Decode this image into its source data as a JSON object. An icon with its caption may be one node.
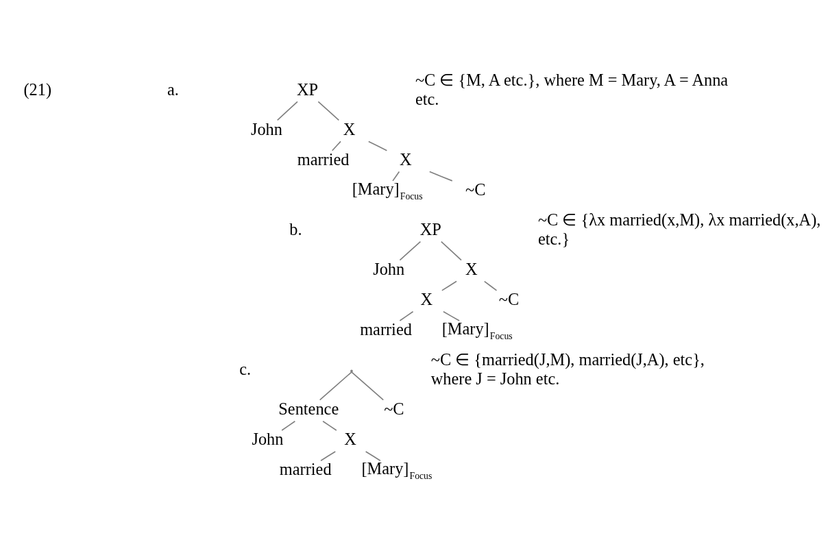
{
  "diagram": {
    "nodes": [
      {
        "text": [
          "XP"
        ]
      },
      {
        "text": [
          "John"
        ]
      },
      {
        "text": [
          "X"
        ]
      },
      {
        "text": [
          "married"
        ]
      },
      {
        "text": [
          "X"
        ]
      },
      {
        "text": [
          "[Mary]$_{Focus}$"
        ]
      },
      {
        "text": [
          "~C"
        ]
      },
      {
        "text": [
          "XP"
        ]
      },
      {
        "text": [
          "John"
        ]
      },
      {
        "text": [
          "X"
        ]
      },
      {
        "text": [
          "X"
        ]
      },
      {
        "text": [
          "~C"
        ]
      },
      {
        "text": [
          "married"
        ]
      },
      {
        "text": [
          "[Mary]$_{Focus}$"
        ]
      },
      {
        "text": [],
        "shape": "point"
      },
      {
        "text": [
          "Sentence"
        ]
      },
      {
        "text": [
          "~C"
        ]
      },
      {
        "text": [
          "John"
        ]
      },
      {
        "text": [
          "X"
        ]
      },
      {
        "text": [
          "married"
        ]
      },
      {
        "text": [
          "[Mary]$_{Focus}$"
        ]
      }
    ],
    "edges": [
      {
        "from": 0,
        "to": 1,
        "arrow": "none"
      },
      {
        "from": 0,
        "to": 2,
        "arrow": "none"
      },
      {
        "from": 2,
        "to": 3,
        "arrow": "none"
      },
      {
        "from": 2,
        "to": 4,
        "arrow": "none"
      },
      {
        "from": 4,
        "to": 5,
        "arrow": "none"
      },
      {
        "from": 4,
        "to": 6,
        "arrow": "none"
      },
      {
        "from": 7,
        "to": 8,
        "arrow": "none"
      },
      {
        "from": 7,
        "to": 9,
        "arrow": "none"
      },
      {
        "from": 9,
        "to": 10,
        "arrow": "none"
      },
      {
        "from": 9,
        "to": 11,
        "arrow": "none"
      },
      {
        "from": 10,
        "to": 12,
        "arrow": "none"
      },
      {
        "from": 10,
        "to": 13,
        "arrow": "none"
      },
      {
        "from": 14,
        "to": 15,
        "arrow": "none"
      },
      {
        "from": 14,
        "to": 16,
        "arrow": "none"
      },
      {
        "from": 15,
        "to": 17,
        "arrow": "none"
      },
      {
        "from": 15,
        "to": 18,
        "arrow": "none"
      },
      {
        "from": 18,
        "to": 19,
        "arrow": "none"
      },
      {
        "from": 18,
        "to": 20,
        "arrow": "none"
      }
    ],
    "labels": [
      "(21)",
      "a.",
      "~C ∈ {M, A etc.}, where M = Mary, A = Anna etc.",
      "b.",
      "~C ∈ {λx married(x,M), λx married(x,A), etc.}",
      "c.",
      "~C ∈ {married(J,M), married(J,A), etc}, where J = John etc."
    ]
  }
}
